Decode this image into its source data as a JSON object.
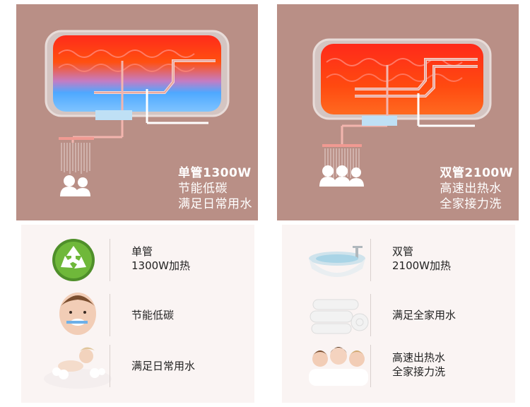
{
  "left": {
    "caption": {
      "title": "单管1300W",
      "line2": "节能低碳",
      "line3": "满足日常用水"
    },
    "features": [
      {
        "icon": "recycle-icon",
        "line1": "单管",
        "line2": "1300W加热"
      },
      {
        "icon": "toothbrush-woman-photo",
        "line1": "节能低碳"
      },
      {
        "icon": "bath-woman-photo",
        "line1": "满足日常用水"
      }
    ]
  },
  "right": {
    "caption": {
      "title": "双管2100W",
      "line2": "高速出热水",
      "line3": "全家接力洗"
    },
    "features": [
      {
        "icon": "bathtub-photo",
        "line1": "双管",
        "line2": "2100W加热"
      },
      {
        "icon": "towels-photo",
        "line1": "满足全家用水"
      },
      {
        "icon": "three-women-photo",
        "line1": "高速出热水",
        "line2": "全家接力洗"
      }
    ]
  },
  "colors": {
    "panel_bg": "#b98f86",
    "hot": "#ff2a1a",
    "cold": "#49a6ff",
    "card_bg": "#faf4f3"
  }
}
